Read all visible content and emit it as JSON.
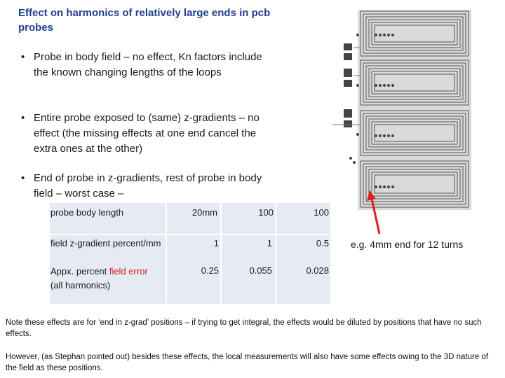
{
  "title": "Effect on harmonics of relatively large ends in pcb probes",
  "bullets": [
    "Probe in body field – no effect, Kn factors include the known changing lengths of the loops",
    "Entire probe exposed to (same) z-gradients – no effect (the missing effects at one end cancel the extra ones at the other)",
    "End of probe in z-gradients, rest of probe in body field – worst case –"
  ],
  "table": {
    "row1": {
      "label": "probe body length",
      "values": [
        "20mm",
        "100",
        "100"
      ]
    },
    "row2": {
      "label": "field z-gradient percent/mm",
      "values": [
        "1",
        "1",
        "0.5"
      ]
    },
    "row3": {
      "label_pre": "Appx. percent ",
      "label_red": "field error",
      "label_post": "(all harmonics)",
      "values": [
        "0.25",
        "0.055",
        "0.028"
      ]
    }
  },
  "annotation": "e.g. 4mm end for 12 turns",
  "note1": "Note these effects are for ‘end in z-grad’ positions – if trying to get integral, the effects would be diluted by positions that have no such effects.",
  "note2": "However, (as Stephan pointed out) besides these effects, the local measurements will also have some effects owing to the 3D nature of the field as these positions.",
  "colors": {
    "title": "#1f3f8f",
    "table_bg": "#e6ebf3",
    "arrow": "#e02020",
    "highlight": "#d11a1a"
  }
}
